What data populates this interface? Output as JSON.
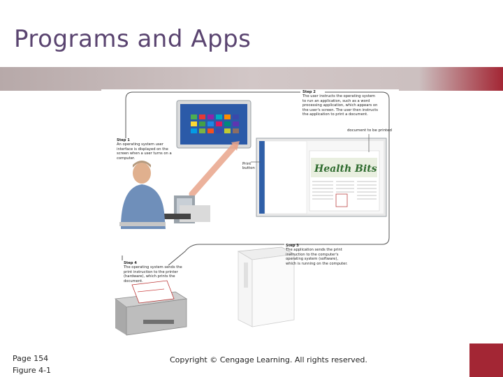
{
  "title": "Programs and Apps",
  "footer": {
    "page": "Page 154",
    "figure": "Figure 4-1",
    "copyright": "Copyright © Cengage Learning. All rights reserved."
  },
  "diagram": {
    "step1": {
      "heading": "Step 1",
      "text": "An operating system user interface is displayed on the screen when a user turns on a computer."
    },
    "step2": {
      "heading": "Step 2",
      "text": "The user instructs the operating system to run an application, such as a word processing application, which appears on the user's screen. The user then instructs the application to print a document."
    },
    "step3": {
      "heading": "Step 3",
      "text": "The application sends the print instruction to the computer's operating system (software), which is running on the computer."
    },
    "step4": {
      "heading": "Step 4",
      "text": "The operating system sends the print instruction to the printer (hardware), which prints the document."
    },
    "labels": {
      "print_button": "Print button",
      "document_to_be_printed": "document to be printed",
      "newsletter_title": "Health Bits"
    }
  },
  "colors": {
    "title": "#5a4470",
    "accent": "#a32634",
    "band": "#c8bcbc"
  }
}
